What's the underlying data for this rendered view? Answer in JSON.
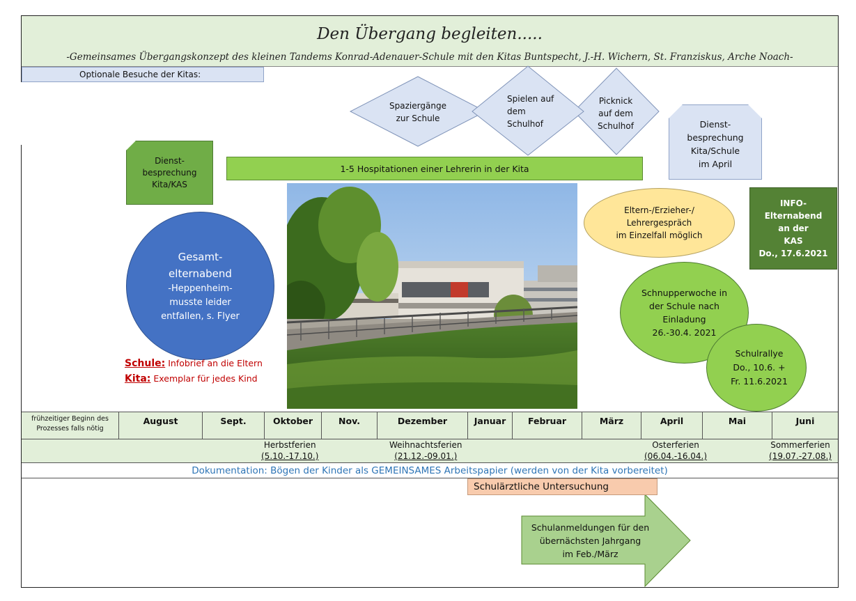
{
  "header": {
    "title": "Den Übergang begleiten.....",
    "subtitle": "-Gemeinsames Übergangskonzept des kleinen Tandems Konrad-Adenauer-Schule mit den Kitas Buntspecht, J.-H. Wichern, St. Franziskus, Arche Noach-"
  },
  "optional_label": "Optionale Besuche der Kitas:",
  "visits": {
    "spaziergaenge": [
      "Spaziergänge",
      "zur Schule"
    ],
    "spielen": [
      "Spielen auf",
      "dem",
      "Schulhof"
    ],
    "picknick": [
      "Picknick",
      "auf dem",
      "Schulhof"
    ]
  },
  "dienst_kas": [
    "Dienst-",
    "besprechung",
    "Kita/KAS"
  ],
  "dienst_april": [
    "Dienst-",
    "besprechung",
    "Kita/Schule",
    "im April"
  ],
  "hospitation": "1-5 Hospitationen einer Lehrerin in der Kita",
  "info": [
    "INFO-",
    "Elternabend",
    "an der",
    "KAS",
    "Do., 17.6.2021"
  ],
  "eltern": [
    "Eltern-/Erzieher-/",
    "Lehrergespräch",
    "im Einzelfall möglich"
  ],
  "gesamt": [
    "Gesamt-",
    "elternabend",
    "-Heppenheim-",
    "musste leider",
    "entfallen, s. Flyer"
  ],
  "schnupper": [
    "Schnupperwoche in",
    "der Schule nach",
    "Einladung",
    "26.-30.4. 2021"
  ],
  "rallye": [
    "Schulrallye",
    "Do., 10.6. +",
    "Fr. 11.6.2021"
  ],
  "notes": {
    "schule_label": "Schule:",
    "schule_text": " Infobrief an die Eltern",
    "kita_label": "Kita:",
    "kita_text": " Exemplar für jedes Kind"
  },
  "timeline": {
    "first_cell": [
      "frühzeitiger Beginn des",
      "Prozesses falls nötig"
    ],
    "months": [
      "August",
      "Sept.",
      "Oktober",
      "Nov.",
      "Dezember",
      "Januar",
      "Februar",
      "März",
      "April",
      "Mai",
      "Juni"
    ]
  },
  "ferien": {
    "herbst": [
      "Herbstferien",
      "(5.10.-17.10.)"
    ],
    "weihnacht": [
      "Weihnachtsferien",
      "(21.12.-09.01.)"
    ],
    "oster": [
      "Osterferien",
      "(06.04.-16.04.)"
    ],
    "sommer": [
      "Sommerferien",
      "(19.07.-27.08.)"
    ]
  },
  "dokumentation": "Dokumentation: Bögen der Kinder als GEMEINSAMES Arbeitspapier (werden von der Kita vorbereitet)",
  "schularzt": "Schulärztliche Untersuchung",
  "anmeldung": [
    "Schulanmeldungen für den",
    "übernächsten Jahrgang",
    "im Feb./März"
  ]
}
